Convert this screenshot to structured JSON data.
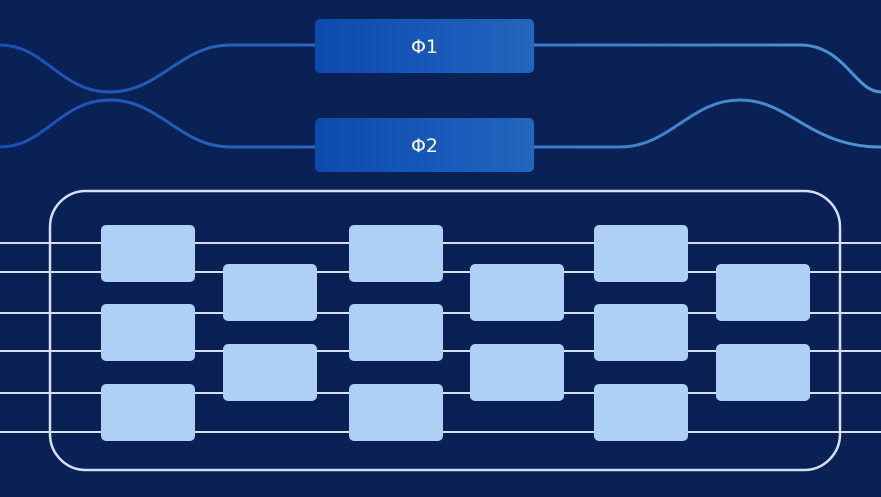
{
  "colors": {
    "background": "#0a2155",
    "waveguide_left": "#1a4fb5",
    "waveguide_right": "#4a96d2",
    "phase_box_left": "#0d4aad",
    "phase_box_right": "#2166bf",
    "mesh_frame": "#d6dff0",
    "mesh_line": "#d6dff0",
    "mesh_block": "#aed0f7",
    "label_text": "#ffffff"
  },
  "phase_shifters": [
    {
      "id": "phi1",
      "label": "Φ1"
    },
    {
      "id": "phi2",
      "label": "Φ2"
    }
  ],
  "mesh": {
    "channel_count": 6,
    "columns": [
      {
        "blocks": 3
      },
      {
        "blocks": 2
      },
      {
        "blocks": 3
      },
      {
        "blocks": 2
      },
      {
        "blocks": 3
      },
      {
        "blocks": 2
      }
    ]
  }
}
